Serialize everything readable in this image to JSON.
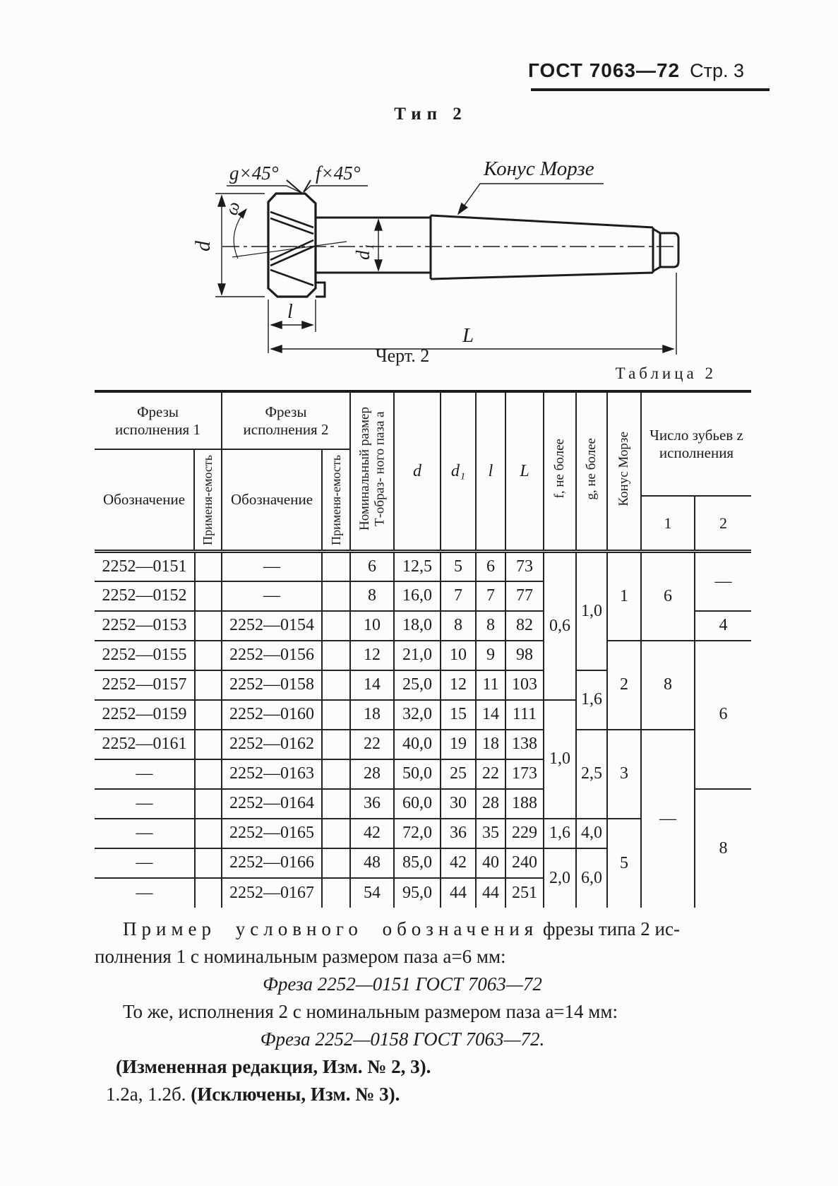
{
  "header": {
    "standard": "ГОСТ 7063—72",
    "page": "Стр. 3"
  },
  "figure": {
    "type_title": "Тип 2",
    "caption": "Черт. 2",
    "labels": {
      "chamfer_g": "g×45°",
      "chamfer_f": "f×45°",
      "morse": "Конус Морзе",
      "d": "d",
      "omega": "ω",
      "d1": "d₁",
      "l": "l",
      "L": "L"
    }
  },
  "table": {
    "label": "Таблица 2",
    "head": {
      "group1": "Фрезы исполнения 1",
      "group2": "Фрезы исполнения 2",
      "designation": "Обозначение",
      "applicability": "Применя-емость",
      "nominal": "Номинальный размер Т-образ- ного паза а",
      "d": "d",
      "d1": "d₁",
      "l": "l",
      "L": "L",
      "f": "f, не более",
      "g": "g, не более",
      "morse": "Конус Морзе",
      "teeth": "Число зубьев z исполнения",
      "teeth1": "1",
      "teeth2": "2"
    },
    "rows": [
      {
        "des1": "2252—0151",
        "des2": "—",
        "a": "6",
        "d": "12,5",
        "d1": "5",
        "l": "6",
        "L": "73"
      },
      {
        "des1": "2252—0152",
        "des2": "—",
        "a": "8",
        "d": "16,0",
        "d1": "7",
        "l": "7",
        "L": "77"
      },
      {
        "des1": "2252—0153",
        "des2": "2252—0154",
        "a": "10",
        "d": "18,0",
        "d1": "8",
        "l": "8",
        "L": "82"
      },
      {
        "des1": "2252—0155",
        "des2": "2252—0156",
        "a": "12",
        "d": "21,0",
        "d1": "10",
        "l": "9",
        "L": "98"
      },
      {
        "des1": "2252—0157",
        "des2": "2252—0158",
        "a": "14",
        "d": "25,0",
        "d1": "12",
        "l": "11",
        "L": "103"
      },
      {
        "des1": "2252—0159",
        "des2": "2252—0160",
        "a": "18",
        "d": "32,0",
        "d1": "15",
        "l": "14",
        "L": "111"
      },
      {
        "des1": "2252—0161",
        "des2": "2252—0162",
        "a": "22",
        "d": "40,0",
        "d1": "19",
        "l": "18",
        "L": "138"
      },
      {
        "des1": "—",
        "des2": "2252—0163",
        "a": "28",
        "d": "50,0",
        "d1": "25",
        "l": "22",
        "L": "173"
      },
      {
        "des1": "—",
        "des2": "2252—0164",
        "a": "36",
        "d": "60,0",
        "d1": "30",
        "l": "28",
        "L": "188"
      },
      {
        "des1": "—",
        "des2": "2252—0165",
        "a": "42",
        "d": "72,0",
        "d1": "36",
        "l": "35",
        "L": "229"
      },
      {
        "des1": "—",
        "des2": "2252—0166",
        "a": "48",
        "d": "85,0",
        "d1": "42",
        "l": "40",
        "L": "240"
      },
      {
        "des1": "—",
        "des2": "2252—0167",
        "a": "54",
        "d": "95,0",
        "d1": "44",
        "l": "44",
        "L": "251"
      }
    ],
    "f_col": [
      "0,6",
      "1,0",
      "1,6",
      "2,0"
    ],
    "g_col": [
      "1,0",
      "1,6",
      "2,5",
      "4,0",
      "6,0"
    ],
    "morse_col": [
      "1",
      "2",
      "3",
      "5"
    ],
    "z1_col": [
      "6",
      "8",
      "—"
    ],
    "z2_col": [
      "—",
      "4",
      "6",
      "8"
    ]
  },
  "notes": {
    "example_lead": "Пример условного обозначения",
    "example_tail": " фрезы типа 2 ис-",
    "example_line2": "полнения 1 с номинальным размером паза а=6 мм:",
    "example_designation": "Фреза 2252—0151 ГОСТ 7063—72",
    "same_line": "То же, исполнения 2 с номинальным размером паза а=14 мм:",
    "same_designation": "Фреза 2252—0158 ГОСТ 7063—72.",
    "revision": "(Измененная редакция, Изм. № 2, 3).",
    "excluded_items": "1.2а, 1.2б. ",
    "excluded_note": "(Исключены, Изм. № 3)."
  }
}
